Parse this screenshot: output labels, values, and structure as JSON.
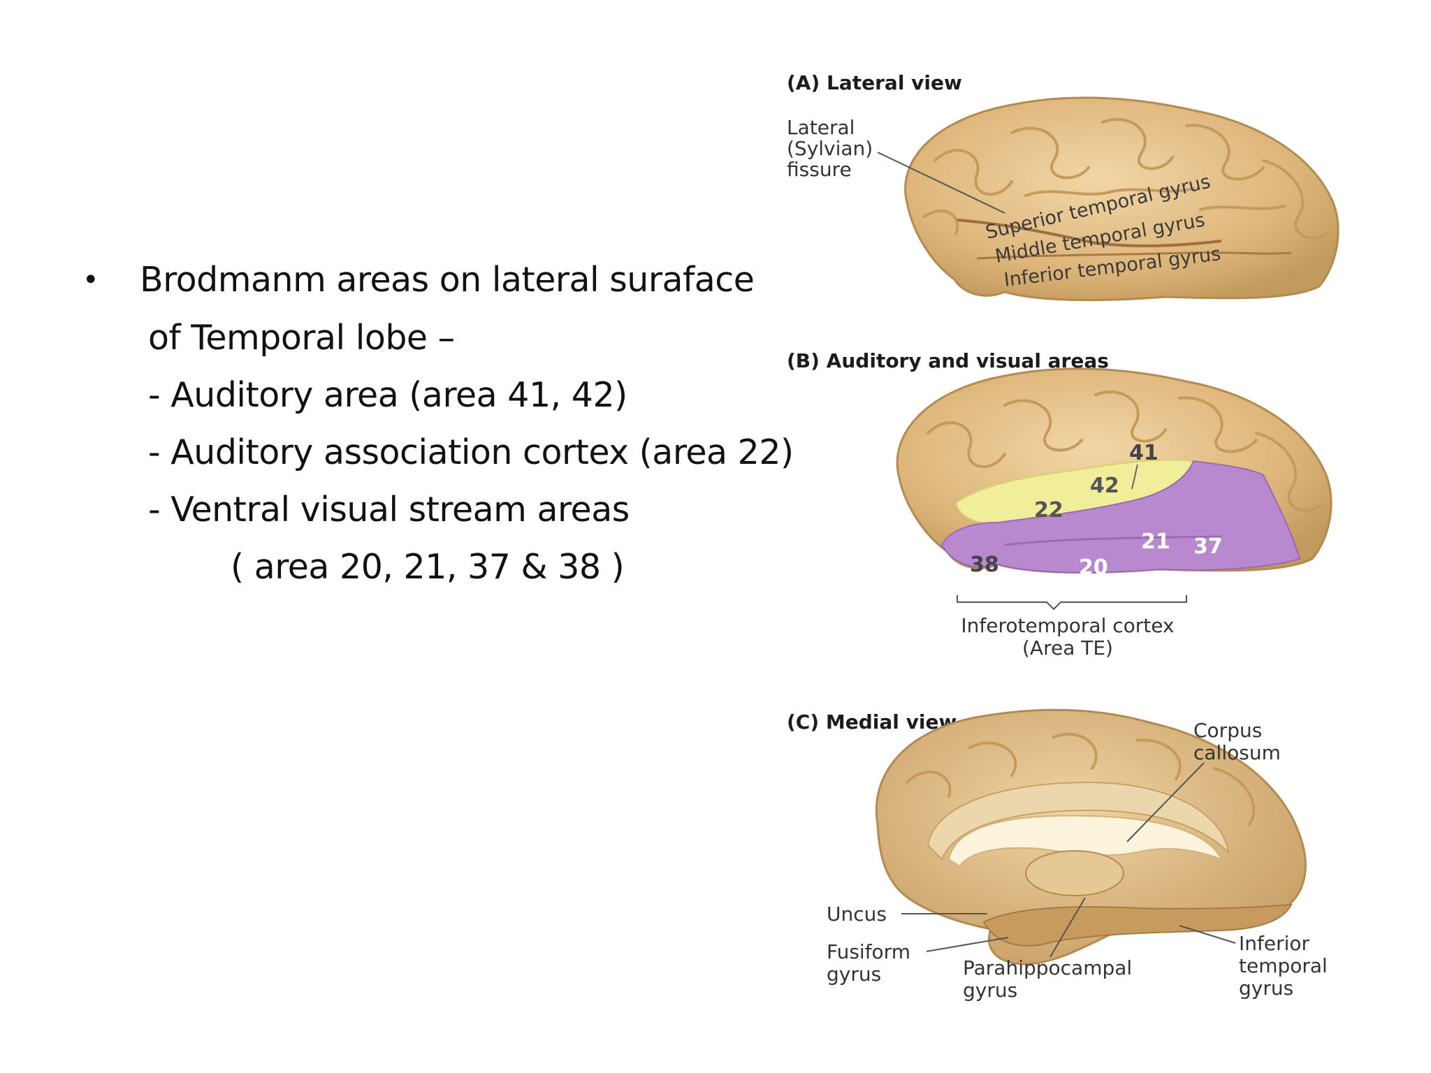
{
  "bullet": {
    "line1": "Brodmanm areas on lateral suraface",
    "line2": "of Temporal lobe –",
    "line3": "- Auditory area (area 41, 42)",
    "line4": "- Auditory association cortex (area 22)",
    "line5": "- Ventral visual stream areas",
    "line6": "( area 20, 21, 37 & 38 )"
  },
  "panel_a": {
    "title": "(A)  Lateral view",
    "fissure_line1": "Lateral",
    "fissure_line2": "(Sylvian)",
    "fissure_line3": "fissure",
    "sup": "Superior temporal gyrus",
    "mid": "Middle temporal gyrus",
    "inf": "Inferior temporal gyrus"
  },
  "panel_b": {
    "title": "(B)  Auditory and visual areas",
    "a41": "41",
    "a42": "42",
    "a22": "22",
    "a21": "21",
    "a37": "37",
    "a38": "38",
    "a20": "20",
    "it_line1": "Inferotemporal cortex",
    "it_line2": "(Area TE)"
  },
  "panel_c": {
    "title": "(C)  Medial view",
    "cc_line1": "Corpus",
    "cc_line2": "callosum",
    "uncus": "Uncus",
    "fus_line1": "Fusiform",
    "fus_line2": "gyrus",
    "para_line1": "Parahippocampal",
    "para_line2": "gyrus",
    "itg_line1": "Inferior",
    "itg_line2": "temporal",
    "itg_line3": "gyrus"
  },
  "colors": {
    "brain": "#e3bf87",
    "brain_dark": "#b98d52",
    "auditory": "#f0ee9a",
    "visual": "#b07fc9"
  }
}
